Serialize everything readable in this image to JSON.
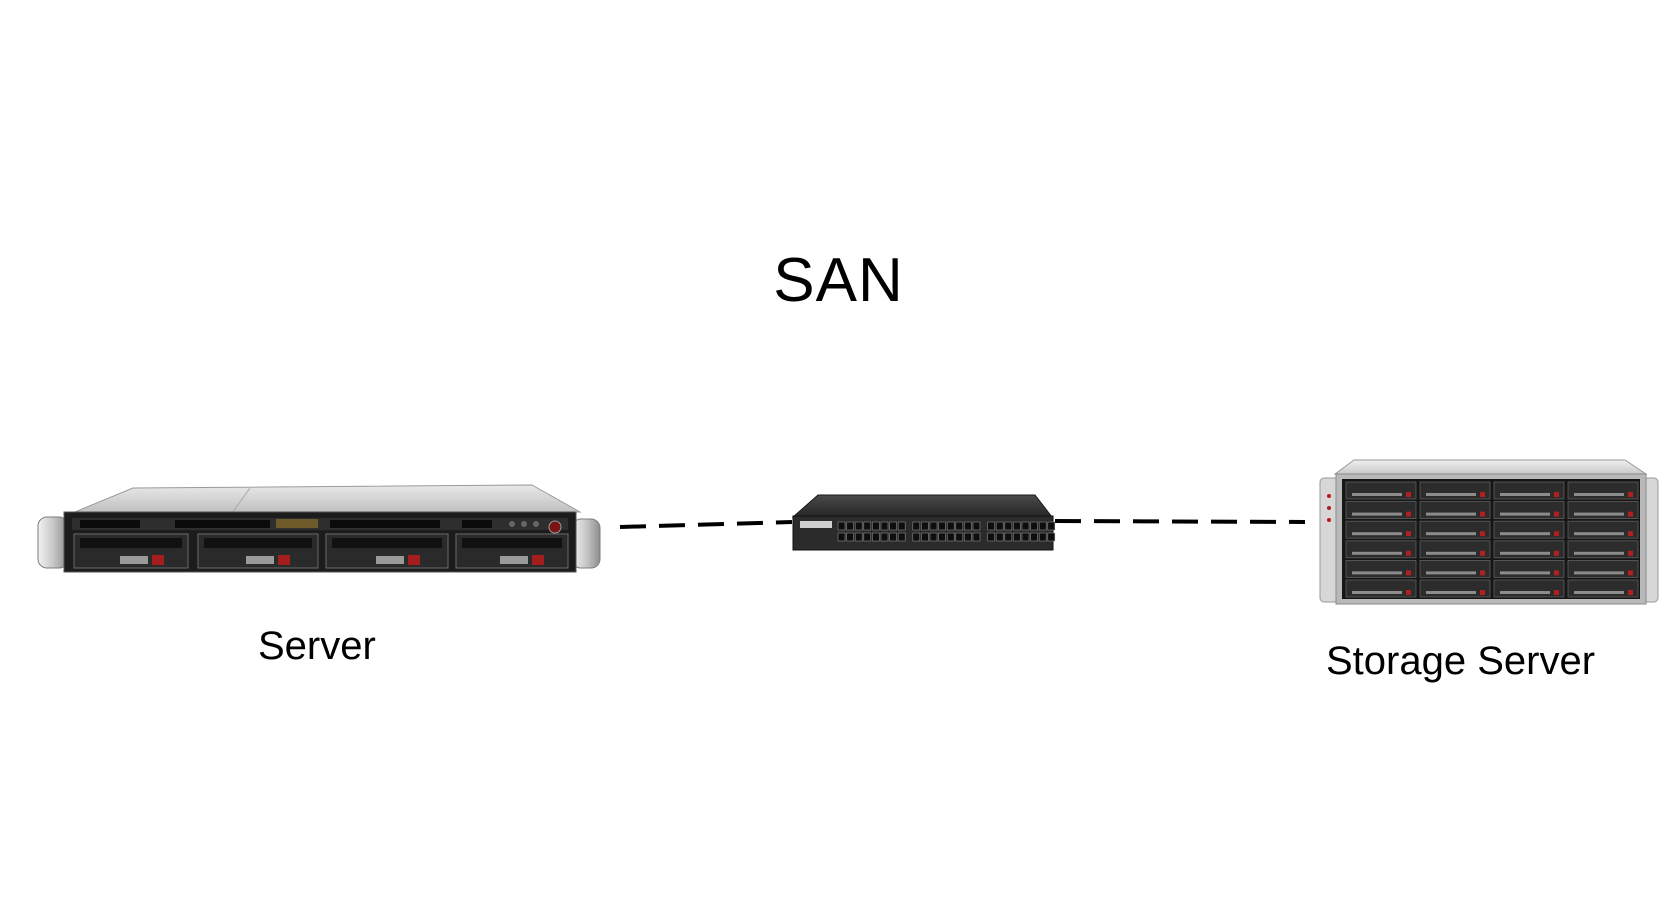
{
  "diagram": {
    "title": "SAN",
    "nodes": {
      "server": {
        "label": "Server",
        "icon": "rack-server-1u-icon"
      },
      "switch": {
        "label": "",
        "icon": "network-switch-icon"
      },
      "storage": {
        "label": "Storage Server",
        "icon": "storage-server-4u-icon"
      }
    },
    "links": [
      {
        "from": "server",
        "to": "switch",
        "style": "dashed"
      },
      {
        "from": "switch",
        "to": "storage",
        "style": "dashed"
      }
    ]
  }
}
